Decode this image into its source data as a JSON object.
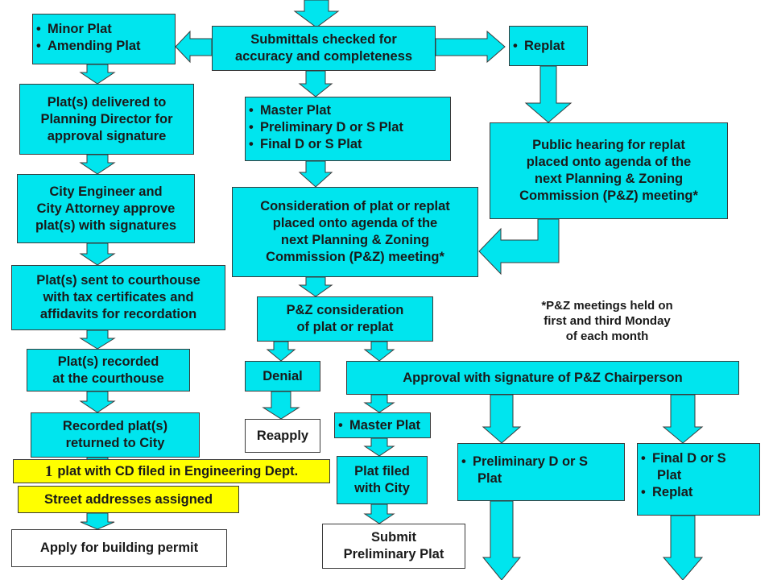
{
  "boxes": {
    "minor_plat": {
      "items": [
        "Minor Plat",
        "Amending Plat"
      ]
    },
    "submittals": {
      "lines": [
        "Submittals checked for",
        "accuracy and completeness"
      ]
    },
    "replat": {
      "items": [
        "Replat"
      ]
    },
    "plat_delivered": {
      "lines": [
        "Plat(s) delivered to",
        "Planning Director for",
        "approval signature"
      ]
    },
    "master_plat_list": {
      "items": [
        "Master Plat",
        "Preliminary D or S Plat",
        "Final D or S Plat"
      ]
    },
    "public_hearing": {
      "lines": [
        "Public hearing for replat",
        "placed onto agenda of the",
        "next Planning & Zoning",
        "Commission (P&Z) meeting*"
      ]
    },
    "city_engineer": {
      "lines": [
        "City Engineer and",
        "City Attorney approve",
        "plat(s) with signatures"
      ]
    },
    "consideration": {
      "lines": [
        "Consideration of plat or replat",
        "placed onto agenda of the",
        "next Planning & Zoning",
        "Commission (P&Z) meeting*"
      ]
    },
    "sent_courthouse": {
      "lines": [
        "Plat(s) sent to courthouse",
        "with tax certificates and",
        "affidavits for recordation"
      ]
    },
    "pz_consideration": {
      "lines": [
        "P&Z consideration",
        "of plat or replat"
      ]
    },
    "recorded": {
      "lines": [
        "Plat(s) recorded",
        "at the courthouse"
      ]
    },
    "denial": {
      "text": "Denial"
    },
    "approval": {
      "text": "Approval with signature of P&Z Chairperson"
    },
    "returned": {
      "lines": [
        "Recorded plat(s)",
        "returned to City"
      ]
    },
    "reapply": {
      "text": "Reapply"
    },
    "master_plat_single": {
      "items": [
        "Master Plat"
      ]
    },
    "engineering": {
      "number": "1",
      "text": "plat with CD filed in Engineering Dept."
    },
    "street_addresses": {
      "text": "Street addresses assigned"
    },
    "plat_filed": {
      "lines": [
        "Plat filed",
        "with City"
      ]
    },
    "preliminary_plat": {
      "items": [
        "Preliminary D or S",
        "Plat"
      ]
    },
    "final_plat": {
      "items": [
        "Final D or S",
        "Plat",
        "Replat"
      ]
    },
    "submit_preliminary": {
      "lines": [
        "Submit",
        "Preliminary Plat"
      ]
    },
    "building_permit": {
      "text": "Apply for building permit"
    }
  },
  "note": {
    "lines": [
      "*P&Z meetings held on",
      "first and third Monday",
      "of each month"
    ]
  },
  "colors": {
    "box_fill": "#00e5ee",
    "highlight": "#ffff00",
    "outline": "#3a3a3a"
  }
}
